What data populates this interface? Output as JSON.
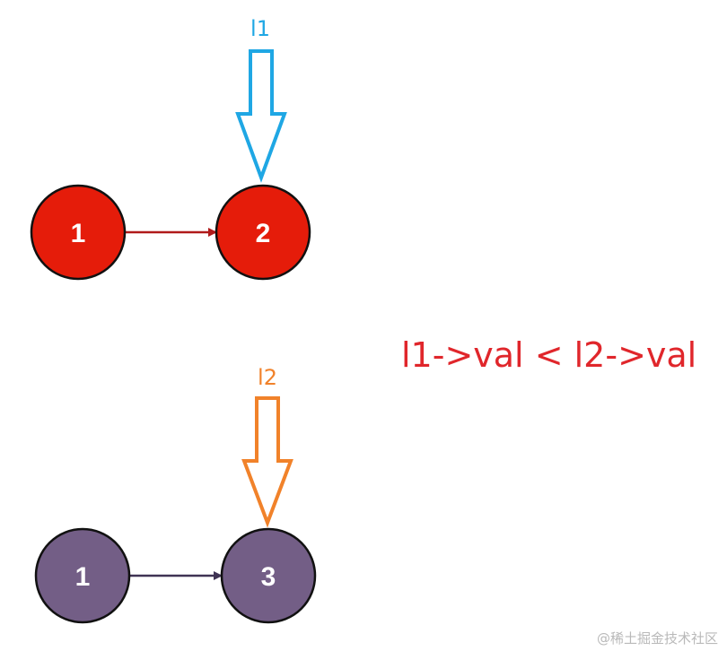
{
  "lists": {
    "top": {
      "nodes": [
        "1",
        "2"
      ],
      "pointer": {
        "label": "l1",
        "target_index": 1
      }
    },
    "bottom": {
      "nodes": [
        "1",
        "3"
      ],
      "pointer": {
        "label": "l2",
        "target_index": 1
      }
    }
  },
  "comparison": {
    "text": "l1->val < l2->val"
  },
  "watermark": {
    "text": "@稀土掘金技术社区"
  },
  "colors": {
    "top_node_fill": "#e51c0a",
    "top_link": "#b01a1a",
    "bottom_node_fill": "#735e86",
    "bottom_link": "#3f3354",
    "node_stroke": "#111111",
    "pointer_l1": "#1fa7e4",
    "pointer_l2": "#f1822a",
    "comparison": "#e0262b"
  }
}
